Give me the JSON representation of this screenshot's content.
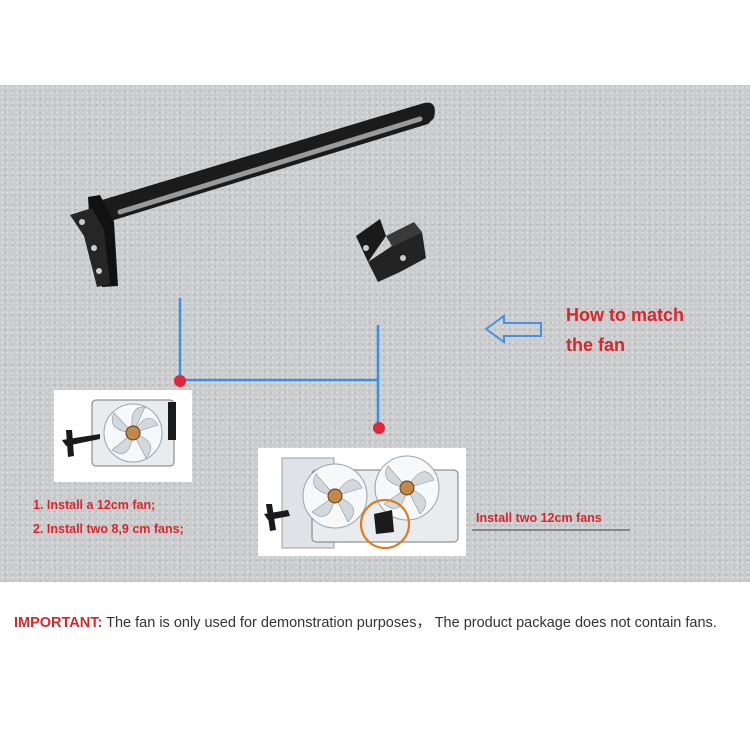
{
  "callout": {
    "line1": "How to match",
    "line2": "the fan"
  },
  "options": {
    "single_item_1": "1. Install a 12cm fan;",
    "single_item_2": "2. Install two 8,9 cm fans;",
    "dual": "Install two 12cm fans"
  },
  "notice": {
    "label": "IMPORTANT:",
    "text": "The fan is only used for demonstration purposes， The product package does not contain fans."
  },
  "colors": {
    "accent_red": "#d8262b",
    "connector_blue": "#3d8fe0",
    "highlight_orange": "#e07a1f",
    "metal": "#1b1b1b"
  },
  "icons": [
    "left-arrow-icon",
    "bracket-icon",
    "fan-icon"
  ]
}
